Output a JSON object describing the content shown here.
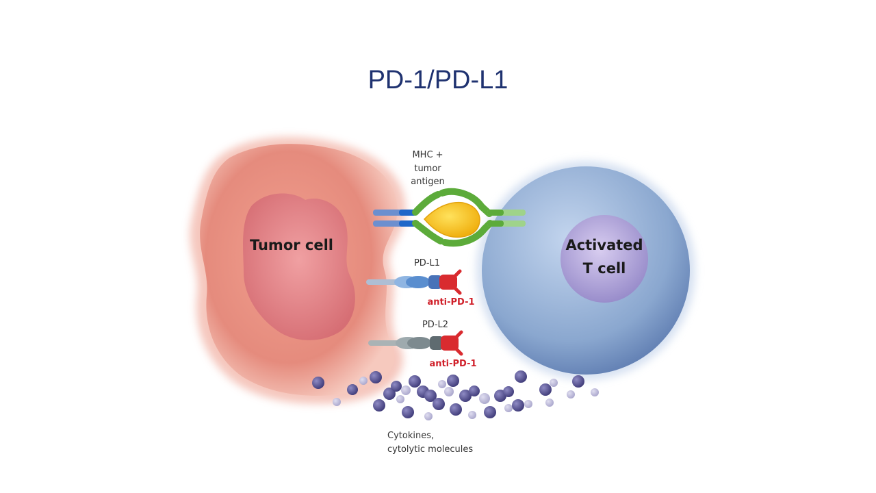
{
  "slide": {
    "title": "PD-1/PD-L1"
  },
  "diagram": {
    "tumor_cell_label": "Tumor cell",
    "t_cell_label_line1": "Activated",
    "t_cell_label_line2": "T cell",
    "mhc_label_line1": "MHC +",
    "mhc_label_line2": "tumor",
    "mhc_label_line3": "antigen",
    "pd_l1_label": "PD-L1",
    "pd_l2_label": "PD-L2",
    "anti_pd1_label_1": "anti-PD-1",
    "anti_pd1_label_2": "anti-PD-1",
    "cytokines_line1": "Cytokines,",
    "cytokines_line2": "cytolytic molecules",
    "colors": {
      "tumor": "#e58b7d",
      "nucleus": "#d8757a",
      "t_cell": "#8aa7cf",
      "t_nucleus": "#a69ad0",
      "antigen": "#f5c21b",
      "mhc_green": "#5cab3a",
      "anti_label_red": "#d0202a",
      "receptor_red": "#d92b2f",
      "cytokine": "#3e3a78"
    }
  }
}
